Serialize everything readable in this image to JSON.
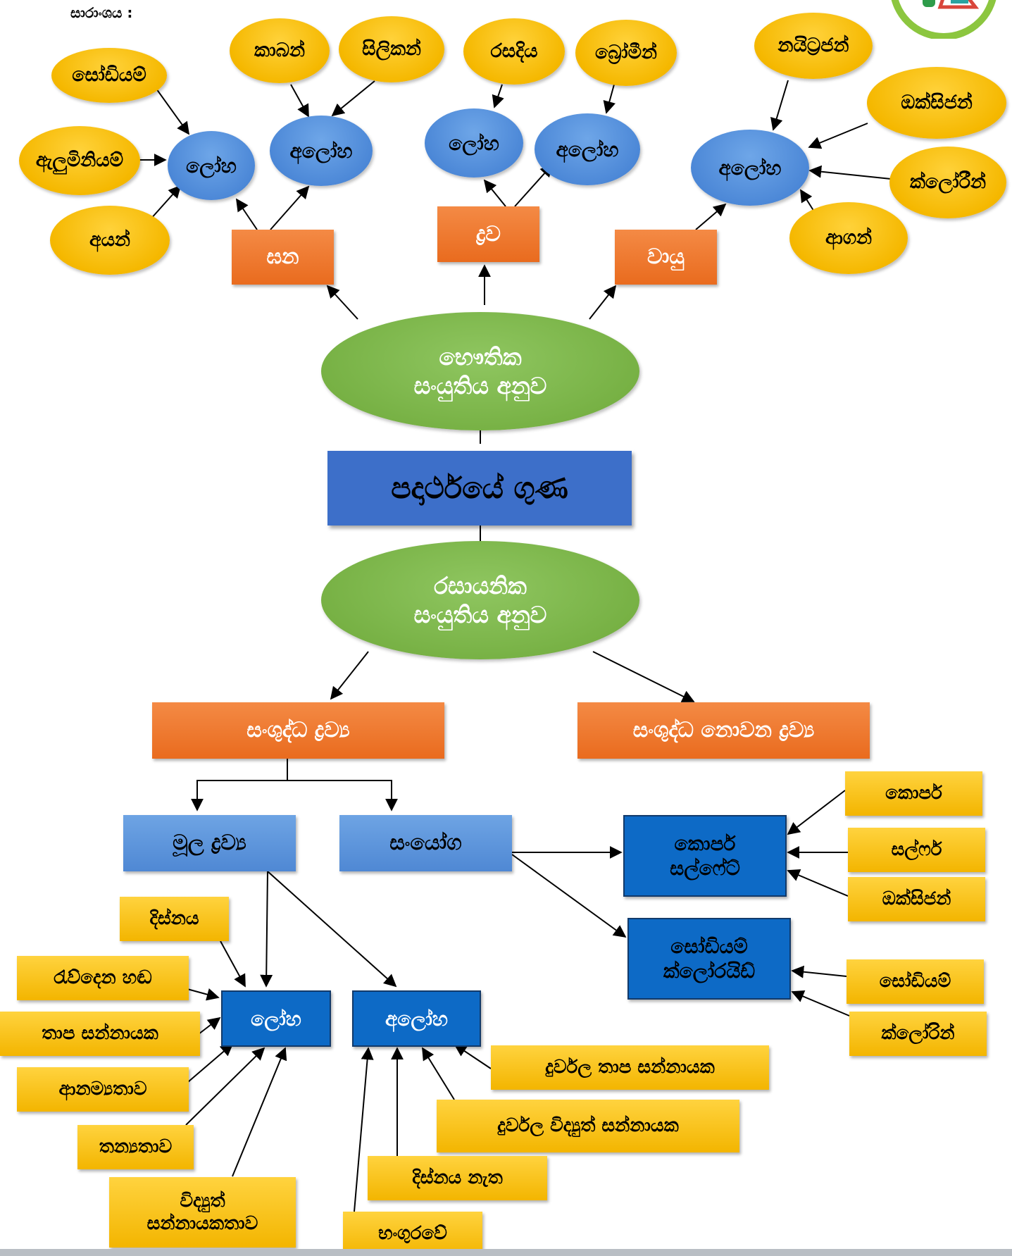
{
  "header": {
    "summary_label": "සාරාංශය :"
  },
  "center": {
    "title": "පදාර්ථයේ ගුණ"
  },
  "physical": {
    "label_line1": "භෞතික",
    "label_line2": "සංයුතිය අනුව",
    "states": {
      "solid": "ඝන",
      "liquid": "ද්‍රව",
      "gas": "වායු"
    },
    "solid_metal": {
      "label": "ලෝහ",
      "examples": [
        "සෝඩියම්",
        "ඇලුමිනියම්",
        "අයන්"
      ]
    },
    "solid_nonmetal": {
      "label": "අලෝහ",
      "examples": [
        "කාබන්",
        "සිලිකන්"
      ]
    },
    "liquid_metal": {
      "label": "ලෝහ",
      "examples": [
        "රසදිය"
      ]
    },
    "liquid_nonmetal": {
      "label": "අලෝහ",
      "examples": [
        "බ්‍රෝමීන්"
      ]
    },
    "gas_nonmetal": {
      "label": "අලෝහ",
      "examples": [
        "නයිට්‍රජන්",
        "ඔක්සිජන්",
        "ක්ලෝරීන්",
        "ආගන්"
      ]
    }
  },
  "chemical": {
    "label_line1": "රසායනික",
    "label_line2": "සංයුතිය අනුව",
    "pure": "සංශුද්ධ ද්‍රව්‍ය",
    "impure": "සංශුද්ධ නොවන ද්‍රව්‍ය",
    "element": "මූල ද්‍රව්‍ය",
    "compound": "සංයෝග",
    "metal": {
      "label": "ලෝහ",
      "properties": [
        "දිස්නය",
        "රැව්දෙන හඬ",
        "තාප සන්නායක",
        "ආනම්‍යතාව",
        "තන්‍යතාව",
        "විද්‍යුත්",
        "සන්නායකතාව"
      ]
    },
    "nonmetal": {
      "label": "අලෝහ",
      "properties": [
        "දුර්වල තාප සන්නායක",
        "දුර්වල විද්‍යුත් සන්නායක",
        "දිස්නය නැත",
        "භංගුරවේ"
      ]
    },
    "compound_1": {
      "line1": "කොපර්",
      "line2": "සල්ෆේට්",
      "components": [
        "කොපර්",
        "සල්ෆර්",
        "ඔක්සිජන්"
      ]
    },
    "compound_2": {
      "line1": "සෝඩියම්",
      "line2": "ක්ලෝරයිඩ්",
      "components": [
        "සෝඩියම්",
        "ක්ලෝරින්"
      ]
    }
  },
  "colors": {
    "green": "#76b043",
    "orange": "#ed7428",
    "blue_ellipse": "#4a86d6",
    "yellow": "#f5b800",
    "main_box": "#3d6fc9",
    "dark_blue": "#0d6ac6"
  }
}
